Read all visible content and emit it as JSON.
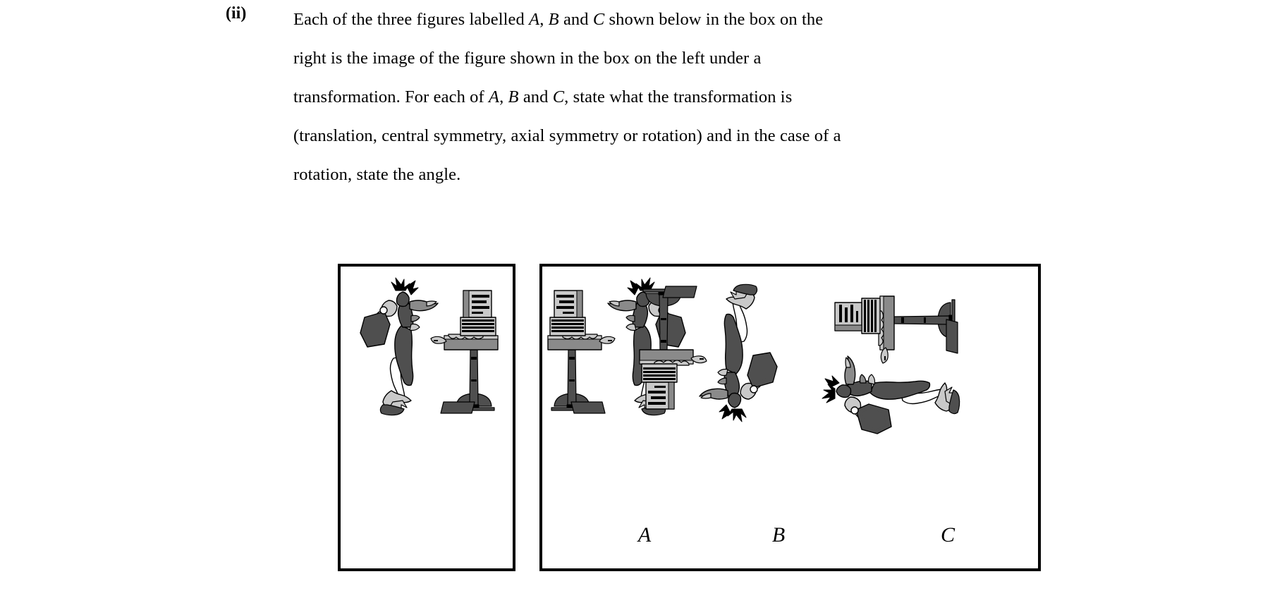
{
  "question": {
    "marker": "(ii)",
    "lines": [
      "Each of the three figures labelled A, B and C shown below in the box on the",
      "right is the image of the figure shown in the box on the left under a",
      "transformation.  For each of A, B and C, state what the transformation is",
      "(translation, central symmetry, axial symmetry or rotation) and in the case of a",
      "rotation, state the angle."
    ],
    "line_parts": [
      [
        {
          "t": "Each of the three figures labelled ",
          "i": false
        },
        {
          "t": "A",
          "i": true
        },
        {
          "t": ", ",
          "i": false
        },
        {
          "t": "B",
          "i": true
        },
        {
          "t": " and ",
          "i": false
        },
        {
          "t": "C",
          "i": true
        },
        {
          "t": " shown below in the box on the",
          "i": false
        }
      ],
      [
        {
          "t": "right is the image of the figure shown in the box on the left under a",
          "i": false
        }
      ],
      [
        {
          "t": "transformation.  For each of ",
          "i": false
        },
        {
          "t": "A",
          "i": true
        },
        {
          "t": ", ",
          "i": false
        },
        {
          "t": "B",
          "i": true
        },
        {
          "t": " and ",
          "i": false
        },
        {
          "t": "C",
          "i": true
        },
        {
          "t": ", state what the transformation is",
          "i": false
        }
      ],
      [
        {
          "t": "(translation, central symmetry, axial symmetry or rotation) and in the case of a",
          "i": false
        }
      ],
      [
        {
          "t": "rotation, state the angle.",
          "i": false
        }
      ]
    ]
  },
  "boxes": {
    "left": {
      "name": "original-figure-box",
      "caption": ""
    },
    "right": {
      "name": "transformed-figures-box",
      "figures": [
        {
          "label": "A",
          "transform": "axial symmetry (mirror reflection)"
        },
        {
          "label": "B",
          "transform": "central symmetry (180 degree rotation)"
        },
        {
          "label": "C",
          "transform": "rotation 90 degrees"
        }
      ]
    }
  },
  "colors": {
    "outline": "#000000",
    "dark_gray": "#4f4f4f",
    "mid_gray": "#8a8a8a",
    "light_gray": "#c9c9c9",
    "page_bg": "#ffffff"
  }
}
